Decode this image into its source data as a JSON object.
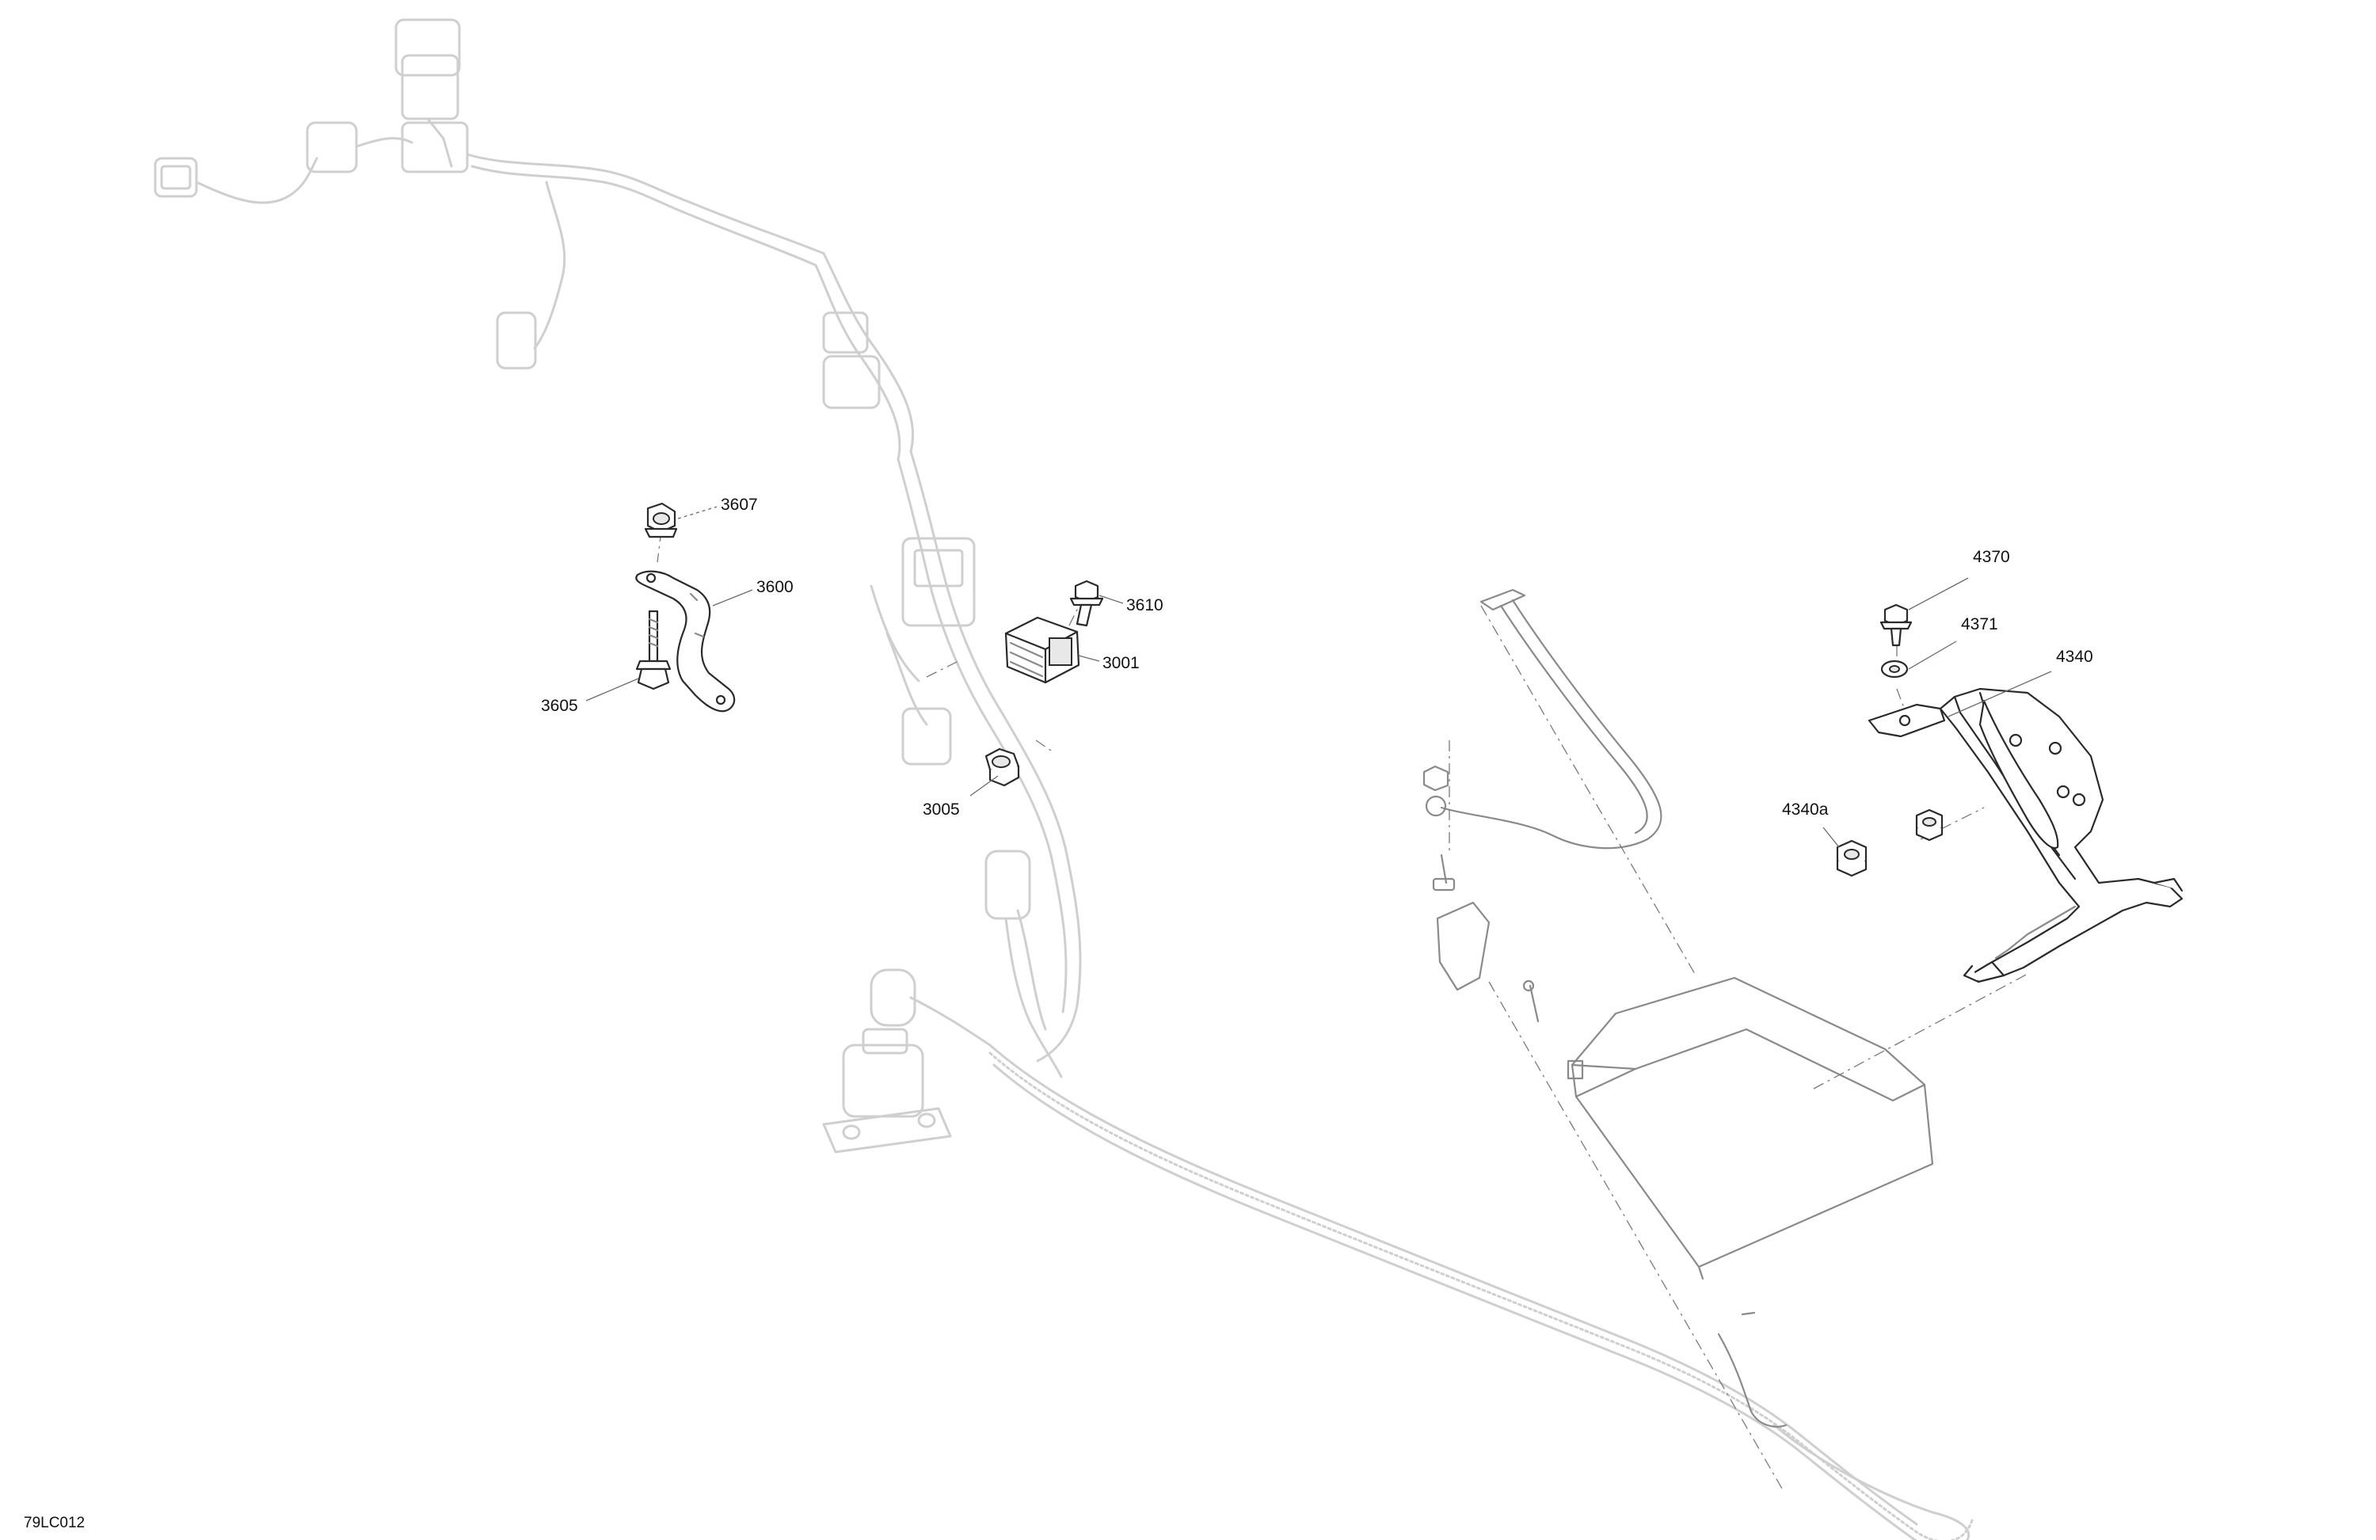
{
  "drawing_code": "79LC012",
  "callouts": {
    "c3607": "3607",
    "c3600": "3600",
    "c3605": "3605",
    "c3610": "3610",
    "c3001": "3001",
    "c3005": "3005",
    "c4370": "4370",
    "c4371": "4371",
    "c4340": "4340",
    "c4340a": "4340a"
  }
}
